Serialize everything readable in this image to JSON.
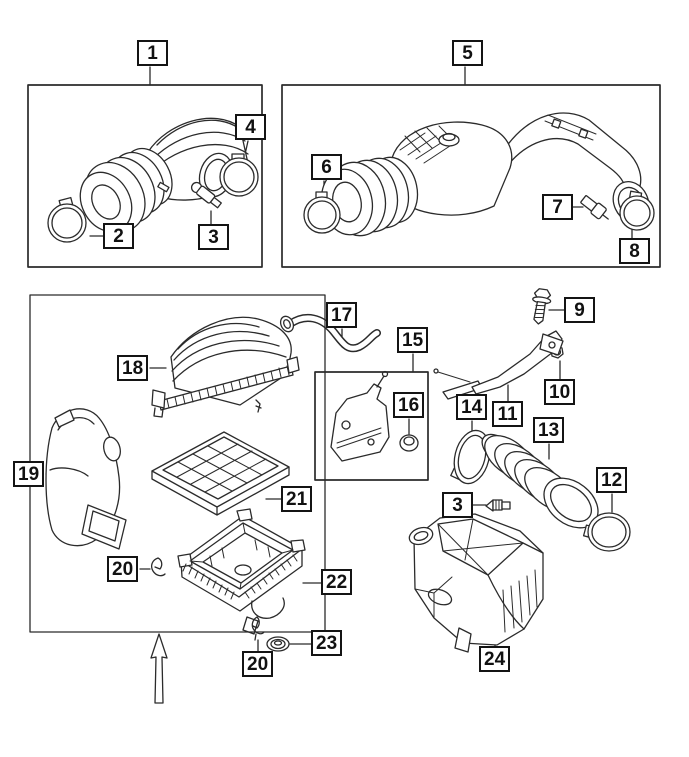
{
  "colors": {
    "highlight": "#d9232a",
    "ink": "#2b2b2b",
    "background": "#ffffff"
  },
  "callouts": [
    {
      "label": "1"
    },
    {
      "label": "2"
    },
    {
      "label": "3"
    },
    {
      "label": "4"
    },
    {
      "label": "5"
    },
    {
      "label": "6"
    },
    {
      "label": "7"
    },
    {
      "label": "8"
    },
    {
      "label": "9"
    },
    {
      "label": "10"
    },
    {
      "label": "11"
    },
    {
      "label": "12"
    },
    {
      "label": "13"
    },
    {
      "label": "14"
    },
    {
      "label": "15"
    },
    {
      "label": "16"
    },
    {
      "label": "17"
    },
    {
      "label": "18"
    },
    {
      "label": "19"
    },
    {
      "label": "20"
    },
    {
      "label": "21"
    },
    {
      "label": "22"
    },
    {
      "label": "23"
    },
    {
      "label": "20"
    },
    {
      "label": "3"
    },
    {
      "label": "24"
    }
  ]
}
